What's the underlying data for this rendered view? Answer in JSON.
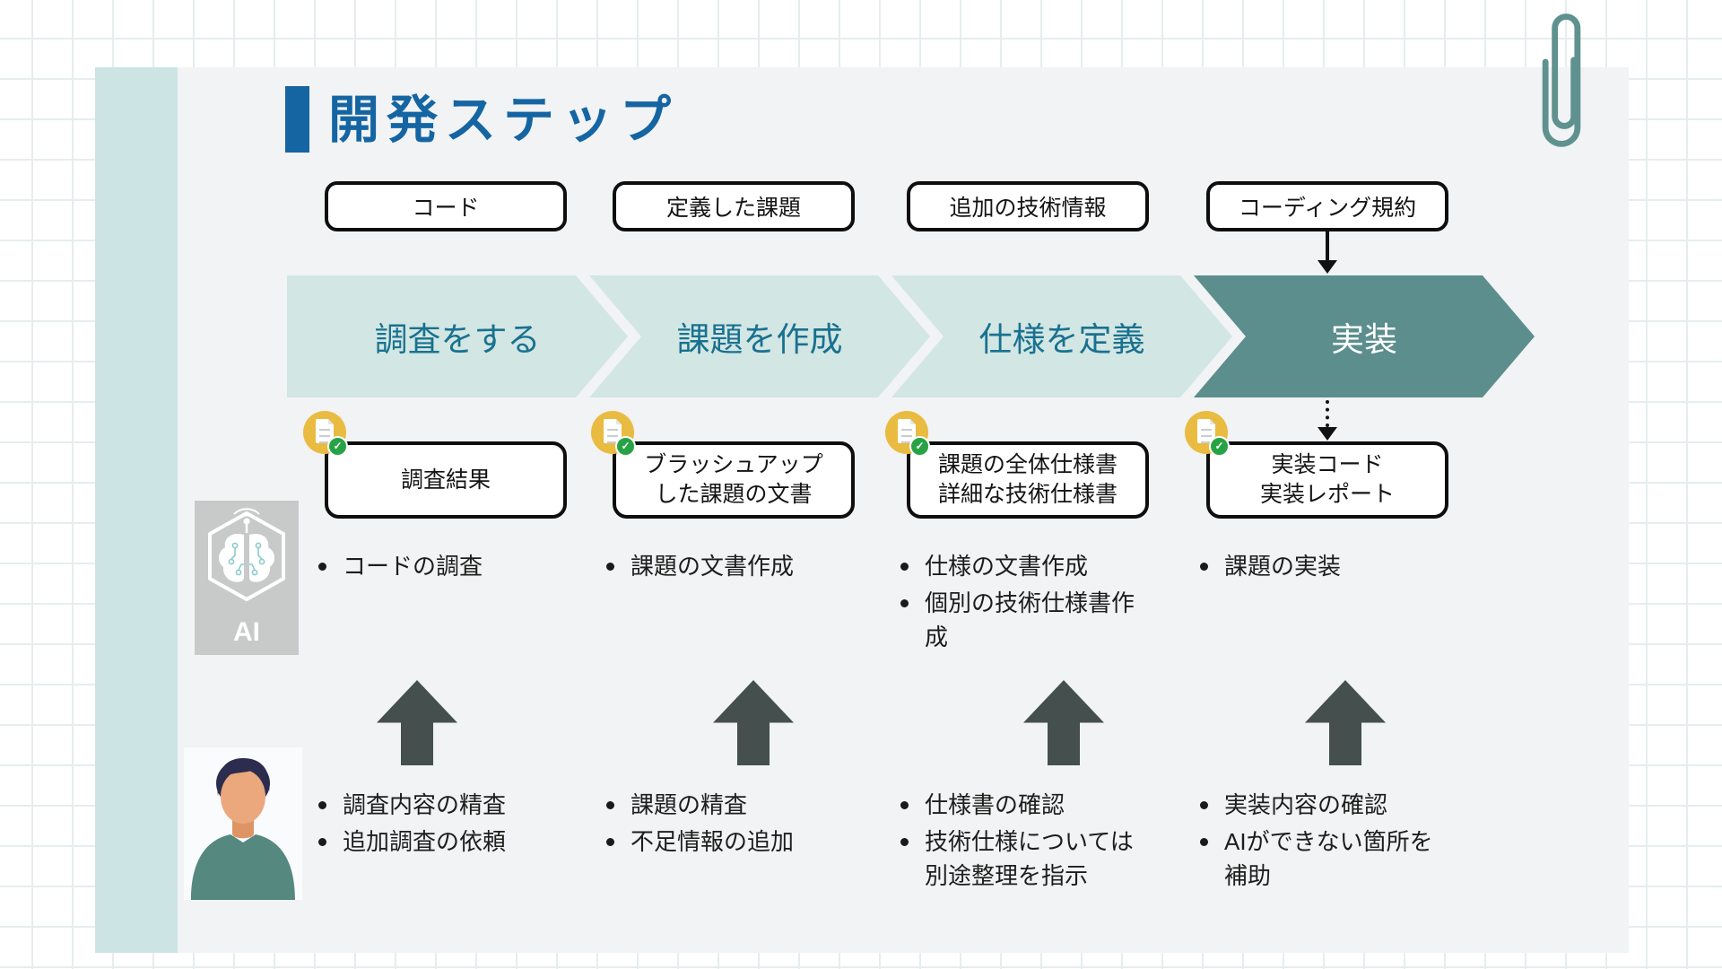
{
  "title": "開発ステップ",
  "ai_label": "AI",
  "columns": [
    {
      "input": "コード",
      "step": "調査をする",
      "output": [
        "調査結果"
      ],
      "ai_tasks": [
        "コードの調査"
      ],
      "human_tasks": [
        "調査内容の精査",
        "追加調査の依頼"
      ]
    },
    {
      "input": "定義した課題",
      "step": "課題を作成",
      "output": [
        "ブラッシュアップ",
        "した課題の文書"
      ],
      "ai_tasks": [
        "課題の文書作成"
      ],
      "human_tasks": [
        "課題の精査",
        "不足情報の追加"
      ]
    },
    {
      "input": "追加の技術情報",
      "step": "仕様を定義",
      "output": [
        "課題の全体仕様書",
        "詳細な技術仕様書"
      ],
      "ai_tasks": [
        "仕様の文書作成",
        "個別の技術仕様書作成"
      ],
      "human_tasks": [
        "仕様書の確認",
        "技術仕様については別途整理を指示"
      ]
    },
    {
      "input": "コーディング規約",
      "step": "実装",
      "output": [
        "実装コード",
        "実装レポート"
      ],
      "ai_tasks": [
        "課題の実装"
      ],
      "human_tasks": [
        "実装内容の確認",
        "AIができない箇所を補助"
      ]
    }
  ],
  "colors": {
    "accent_blue": "#1565a3",
    "chevron_light": "#d2e6e4",
    "chevron_dark": "#5b8e8c",
    "chevron_text": "#19718f",
    "side_strip": "#cde4e5",
    "card_bg": "#f1f3f4",
    "badge_yellow": "#e9bb40",
    "check_green": "#27a345",
    "arrow_dark": "#454f4d",
    "paperclip_teal": "#5f918f"
  }
}
